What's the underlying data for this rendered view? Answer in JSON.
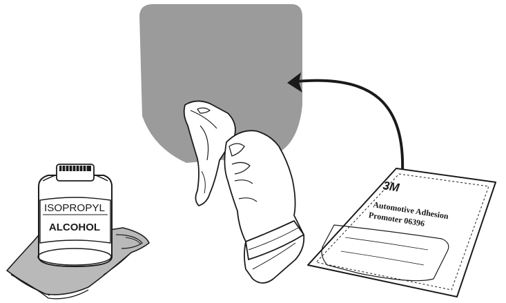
{
  "bottle": {
    "line1": "ISOPROPYL",
    "line2": "ALCOHOL"
  },
  "packet": {
    "brand": "3M",
    "line1": "Automotive Adhesion",
    "line2": "Promoter 06396"
  },
  "colors": {
    "surface_gray": "#9b9b9b",
    "cloth_gray": "#b9b9b9",
    "ink": "#1a1a1a",
    "paper": "#ffffff"
  }
}
